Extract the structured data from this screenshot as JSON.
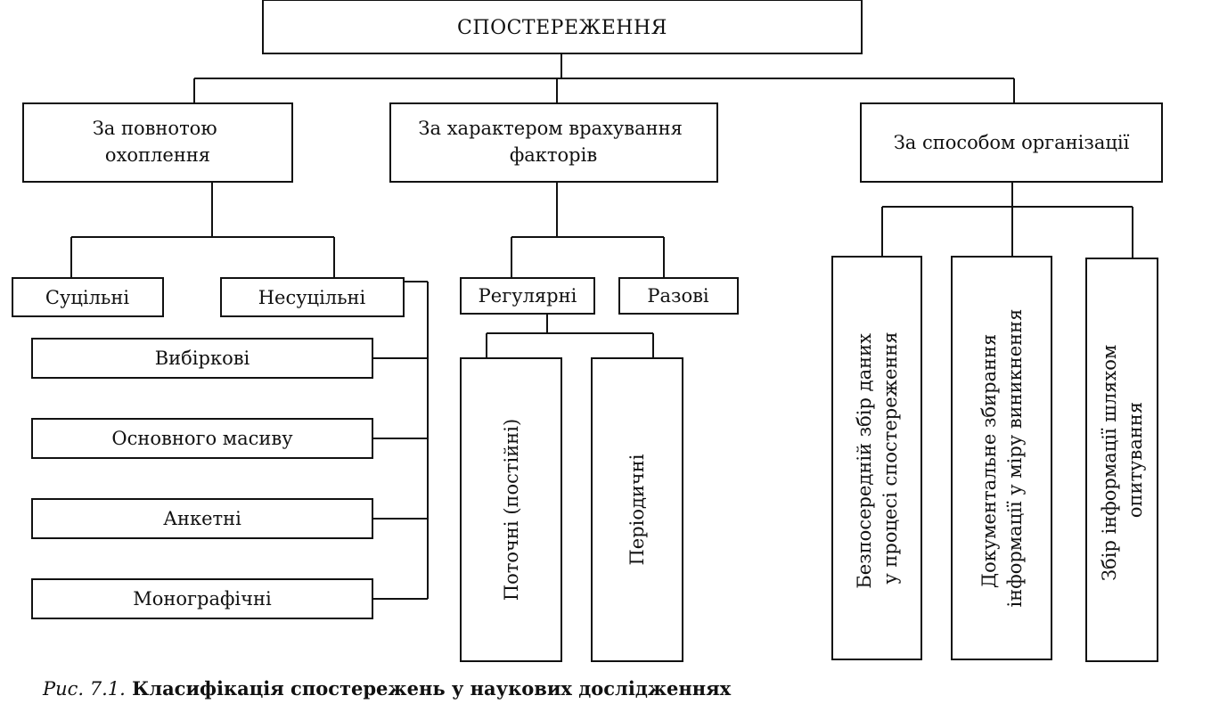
{
  "root": "СПОСТЕРЕЖЕННЯ",
  "criteria": {
    "completeness": [
      "За повнотою",
      "охоплення"
    ],
    "factors": [
      "За характером врахування",
      "факторів"
    ],
    "organization": "За способом організації"
  },
  "completeness": {
    "continuous": "Суцільні",
    "non_continuous": "Несуцільні",
    "subtypes": [
      "Вибіркові",
      "Основного масиву",
      "Анкетні",
      "Монографічні"
    ]
  },
  "factors": {
    "regular": "Регулярні",
    "one_time": "Разові",
    "current": "Поточні (постійні)",
    "periodic": "Періодичні"
  },
  "organization": {
    "direct": [
      "Безпосередній збір даних",
      "у процесі спостереження"
    ],
    "documentary": [
      "Документальне збирання",
      "інформації у міру виникнення"
    ],
    "survey": [
      "Збір інформації шляхом",
      "опитування"
    ]
  },
  "caption": {
    "figure": "Рис. 7.1.",
    "text": "Класифікація спостережень у наукових дослідженнях"
  }
}
